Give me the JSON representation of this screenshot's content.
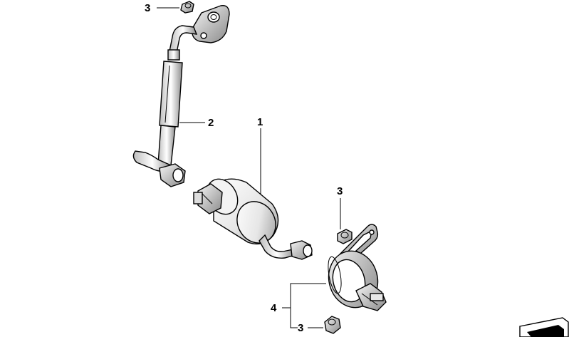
{
  "diagram": {
    "callouts": {
      "part1": "1",
      "part2": "2",
      "part3_top": "3",
      "part3_right": "3",
      "part3_bottom": "3",
      "part4": "4"
    }
  }
}
